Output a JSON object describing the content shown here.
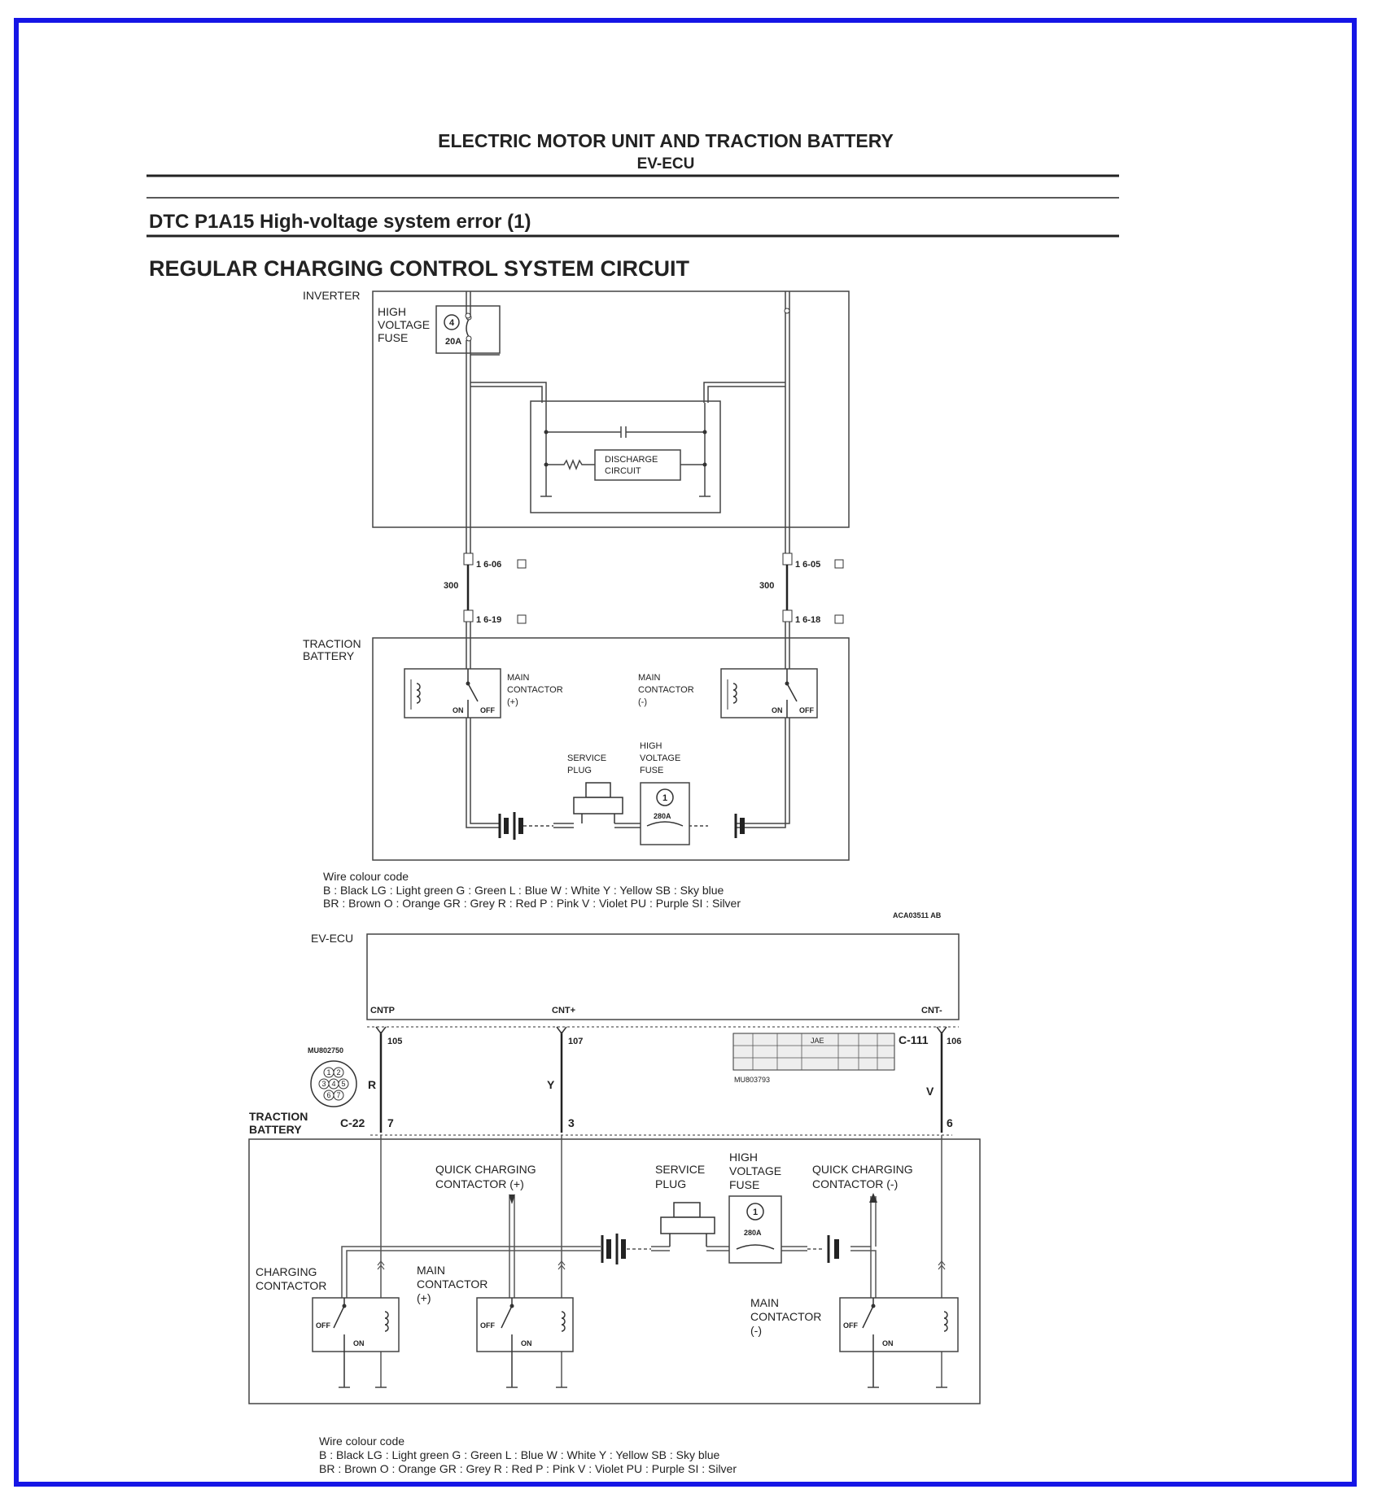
{
  "header": {
    "title": "ELECTRIC MOTOR UNIT AND TRACTION BATTERY",
    "subtitle": "EV-ECU"
  },
  "dtc": "DTC P1A15 High-voltage system error (1)",
  "section_title": "REGULAR CHARGING CONTROL SYSTEM CIRCUIT",
  "upper": {
    "inverter": "INVERTER",
    "hv_fuse_lines": [
      "HIGH",
      "VOLTAGE",
      "FUSE"
    ],
    "fuse4_num": "4",
    "fuse4_rating": "20A",
    "discharge_lines": [
      "DISCHARGE",
      "CIRCUIT"
    ],
    "conn_left_top": "1 6-06",
    "conn_right_top": "1 6-05",
    "conn_left_bot": "1 6-19",
    "conn_right_bot": "1 6-18",
    "wire_left": "300",
    "wire_right": "300",
    "traction_lines": [
      "TRACTION",
      "BATTERY"
    ],
    "main_plus_lines": [
      "MAIN",
      "CONTACTOR",
      "(+)"
    ],
    "main_minus_lines": [
      "MAIN",
      "CONTACTOR",
      "(-)"
    ],
    "on": "ON",
    "off": "OFF",
    "service_plug_lines": [
      "SERVICE",
      "PLUG"
    ],
    "hv_fuse2_lines": [
      "HIGH",
      "VOLTAGE",
      "FUSE"
    ],
    "fuse1_num": "1",
    "fuse1_rating": "280A",
    "figure_id": "ACA03511 AB"
  },
  "legend": {
    "heading": "Wire colour code",
    "line1": "B : Black    LG : Light green    G : Green    L : Blue    W : White    Y : Yellow    SB : Sky blue",
    "line2": "BR : Brown    O : Orange    GR : Grey    R : Red    P : Pink    V : Violet    PU : Purple    SI : Silver"
  },
  "lower": {
    "evecu": "EV-ECU",
    "pin_cntp": "CNTP",
    "pin_cnt_plus": "CNT+",
    "pin_cnt_minus": "CNT-",
    "pin105": "105",
    "pin107": "107",
    "pin106": "106",
    "connector_c111": "C-111",
    "connector_c22": "C-22",
    "part_left": "MU802750",
    "part_right": "MU803793",
    "grid_labels": [
      "JAE"
    ],
    "wire_r": "R",
    "wire_y": "Y",
    "wire_v": "V",
    "pin7": "7",
    "pin3": "3",
    "pin6": "6",
    "traction_lines": [
      "TRACTION",
      "BATTERY"
    ],
    "quick_plus_lines": [
      "QUICK CHARGING",
      "CONTACTOR (+)"
    ],
    "quick_minus_lines": [
      "QUICK CHARGING",
      "CONTACTOR (-)"
    ],
    "service_plug_lines": [
      "SERVICE",
      "PLUG"
    ],
    "hv_fuse_lines": [
      "HIGH",
      "VOLTAGE",
      "FUSE"
    ],
    "fuse1_num": "1",
    "fuse1_rating": "280A",
    "charging_lines": [
      "CHARGING",
      "CONTACTOR"
    ],
    "main_plus_lines": [
      "MAIN",
      "CONTACTOR",
      "(+)"
    ],
    "main_minus_lines": [
      "MAIN",
      "CONTACTOR",
      "(-)"
    ],
    "on": "ON",
    "off": "OFF"
  },
  "connector_pins": [
    "1",
    "2",
    "3",
    "4",
    "5",
    "6",
    "7"
  ]
}
